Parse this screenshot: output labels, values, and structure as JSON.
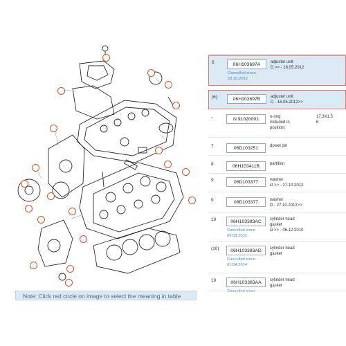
{
  "note": "Note: Click red circle on image to select the meaning in table",
  "colors": {
    "accent": "#d2532b",
    "highlight_bg": "#dbe9f4",
    "highlight_border": "#e07b63",
    "link": "#4b8bc8"
  },
  "rows": [
    {
      "pos": "6",
      "part": "06H103697A",
      "cancel": [
        "Cancelled since",
        "22.10.2012"
      ],
      "desc": [
        "adjuster unit",
        "D >> - 16.05.2012"
      ],
      "qty": [],
      "highlight": true
    },
    {
      "pos": "(6)",
      "part": "06H103697B",
      "cancel": [],
      "desc": [
        "adjuster unit",
        "D - 16.05.2012>>"
      ],
      "qty": [],
      "highlight": true
    },
    {
      "pos": "-",
      "part": "N 91020001",
      "cancel": [],
      "desc": [
        "o-ring",
        "included in",
        "position;"
      ],
      "qty": [
        "17,3X1,5",
        "6"
      ],
      "highlight": false
    },
    {
      "pos": "7",
      "part": "06D103251",
      "cancel": [],
      "desc": [
        "dowel pin"
      ],
      "qty": [],
      "highlight": false
    },
    {
      "pos": "8",
      "part": "06H103411B",
      "cancel": [],
      "desc": [
        "partition"
      ],
      "qty": [],
      "highlight": false
    },
    {
      "pos": "9",
      "part": "06D103377",
      "cancel": [],
      "desc": [
        "washer",
        "D >> - 27.10.2012"
      ],
      "qty": [],
      "highlight": false
    },
    {
      "pos": "9",
      "part": "06D103377",
      "cancel": [],
      "desc": [
        "washer",
        "D - 27.10.2012>>"
      ],
      "qty": [],
      "highlight": false
    },
    {
      "pos": "10",
      "part": "06H103383AC",
      "cancel": [
        "Cancelled since",
        "06.03.2012"
      ],
      "desc": [
        "cylinder head",
        "gasket",
        "D >> - 06.12.2010"
      ],
      "qty": [],
      "highlight": false
    },
    {
      "pos": "(10)",
      "part": "06H103383AD",
      "cancel": [
        "Cancelled since",
        "01.04.2014"
      ],
      "desc": [
        "cylinder head",
        "gasket"
      ],
      "qty": [],
      "highlight": false
    },
    {
      "pos": "10",
      "part": "06H103383AA",
      "cancel": [
        "Cancelled since"
      ],
      "desc": [
        "cylinder head",
        "gasket"
      ],
      "qty": [],
      "highlight": false
    }
  ]
}
